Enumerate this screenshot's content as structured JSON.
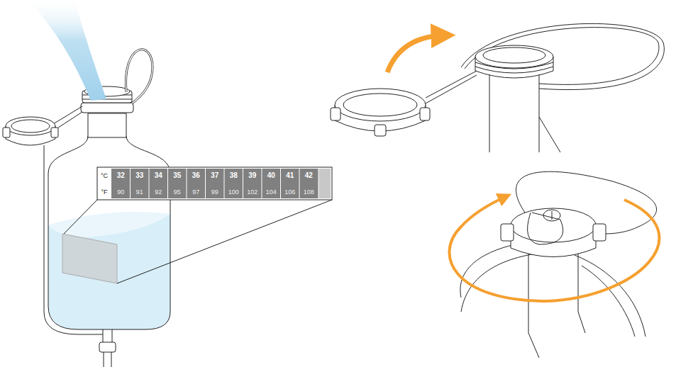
{
  "diagram": {
    "labels": [
      "°C",
      "32",
      "33",
      "34",
      "35",
      "36",
      "37",
      "38",
      "39",
      "40",
      "41",
      "42",
      "°F",
      "90",
      "91",
      "92",
      "95",
      "97",
      "99",
      "100",
      "102",
      "104",
      "106",
      "108"
    ]
  }
}
